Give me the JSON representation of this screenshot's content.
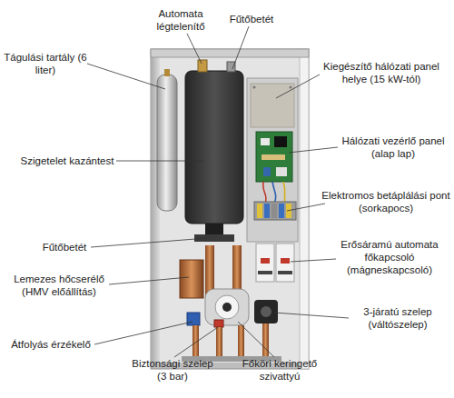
{
  "diagram": {
    "labels": [
      "Automata légtelenítő",
      "Fűtőbetét",
      "Tágulási tartály (6 liter)",
      "Kiegészítő hálózati panel helye (15 kW-tól)",
      "Szigetelet kazántest",
      "Hálózati vezérlő panel (alap lap)",
      "Elektromos betáplálási pont (sorkapocs)",
      "Fűtőbetét",
      "Erősáramú automata főkapcsoló (mágneskapcsoló)",
      "Lemezes hőcserélő (HMV előállítás)",
      "3-járatú szelep (váltószelep)",
      "Átfolyás érzékelő",
      "Biztonsági szelep (3 bar)",
      "Főköri keringető szivattyú"
    ]
  }
}
